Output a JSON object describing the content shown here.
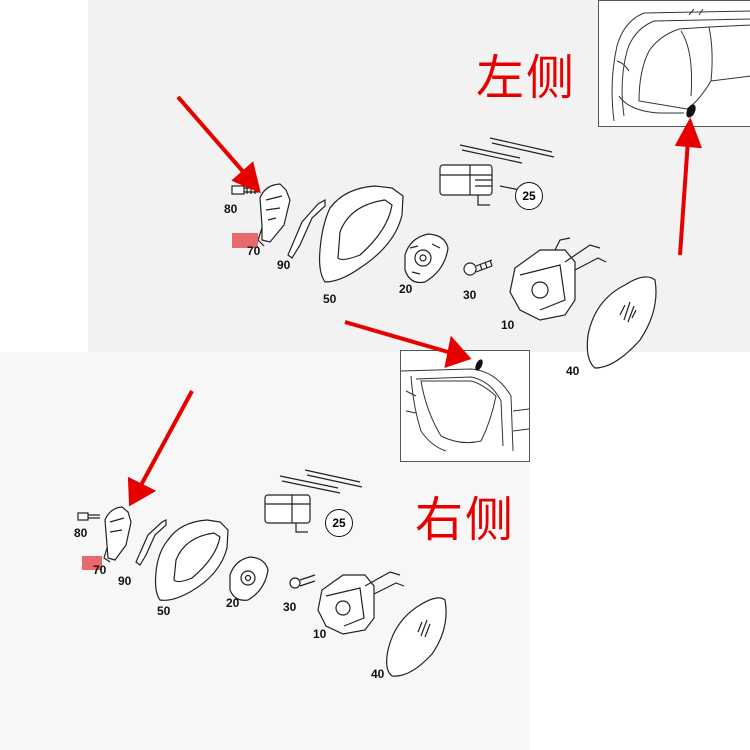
{
  "labels": {
    "left_side": "左侧",
    "right_side": "右侧"
  },
  "top_diagram": {
    "parts": {
      "p80": "80",
      "p70": "70",
      "p90": "90",
      "p50": "50",
      "p20": "20",
      "p30": "30",
      "p10": "10",
      "p40": "40",
      "p25": "25"
    }
  },
  "bottom_diagram": {
    "parts": {
      "p80": "80",
      "p70": "70",
      "p90": "90",
      "p50": "50",
      "p20": "20",
      "p30": "30",
      "p10": "10",
      "p40": "40",
      "p25": "25"
    }
  },
  "colors": {
    "arrow": "#e60000",
    "label": "#e60000",
    "highlight": "#e8696b",
    "line": "#222222"
  },
  "icons": [
    "car-outline-icon",
    "arrow-icon",
    "mirror-glass-icon",
    "motor-icon",
    "screw-icon",
    "mirror-housing-icon"
  ]
}
